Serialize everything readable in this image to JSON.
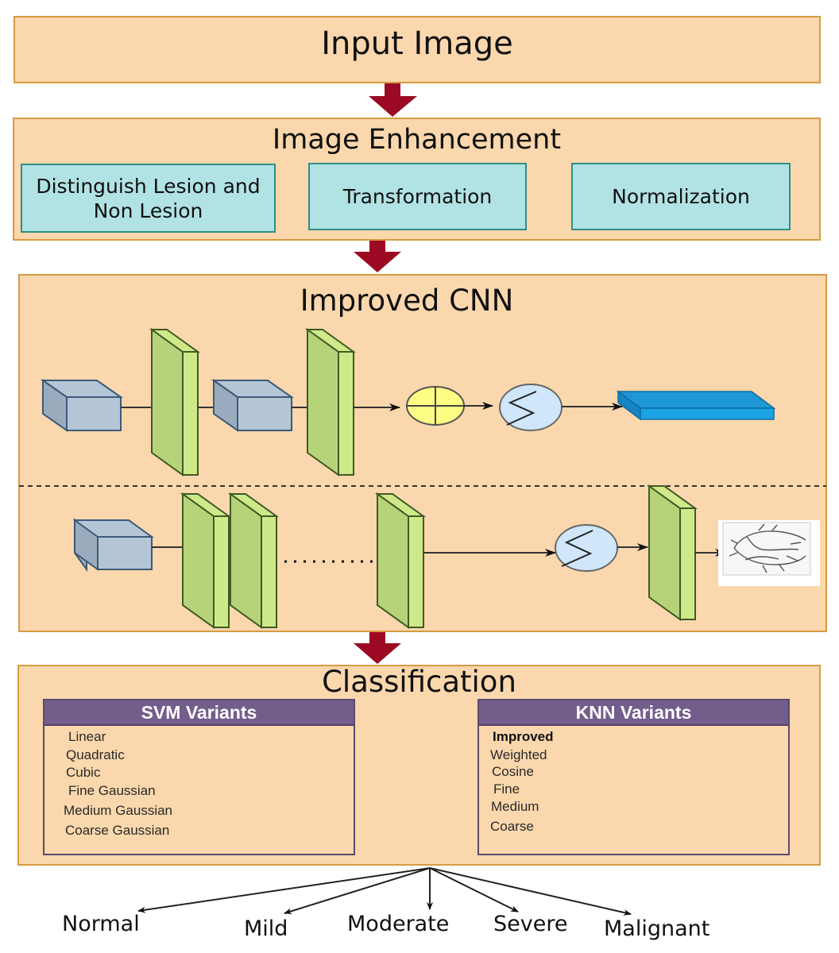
{
  "colors": {
    "panel_fill": "#fad7ac",
    "panel_border": "#d79b43",
    "sub_fill": "#b1e2e4",
    "sub_border": "#2e8f86",
    "flow_arrow": "#9b0a22",
    "header_fill": "#735d8b",
    "conv_face": "#b7d379",
    "conv_side": "#cfe98a",
    "cube_face": "#b4c5d6",
    "cube_side": "#9aabbd",
    "sum_node": "#fdfd84",
    "activation_node": "#cfe6fb",
    "output_bar": "#1b9ad9"
  },
  "input": {
    "title": "Input Image"
  },
  "enhancement": {
    "title": "Image Enhancement",
    "steps": [
      "Distinguish Lesion and Non Lesion",
      "Transformation",
      "Normalization"
    ]
  },
  "cnn": {
    "title": "Improved CNN",
    "top_branch": [
      "input-tensor",
      "conv-layer",
      "pool-tensor",
      "conv-layer",
      "summation-node",
      "activation-node",
      "fully-connected-output"
    ],
    "bottom_branch": [
      "input-tensor",
      "conv-layer",
      "conv-layer",
      "ellipsis",
      "conv-layer",
      "activation-node",
      "conv-layer",
      "segmented-vessel-image"
    ]
  },
  "classification": {
    "title": "Classification",
    "svm": {
      "header": "SVM Variants",
      "items": [
        "Linear",
        "Quadratic",
        "Cubic",
        "Fine Gaussian",
        "Medium Gaussian",
        "Coarse Gaussian"
      ]
    },
    "knn": {
      "header": "KNN Variants",
      "items": [
        "Improved",
        "Weighted",
        "Cosine",
        "Fine",
        "Medium",
        "Coarse"
      ]
    }
  },
  "outputs": [
    "Normal",
    "Mild",
    "Moderate",
    "Severe",
    "Malignant"
  ]
}
